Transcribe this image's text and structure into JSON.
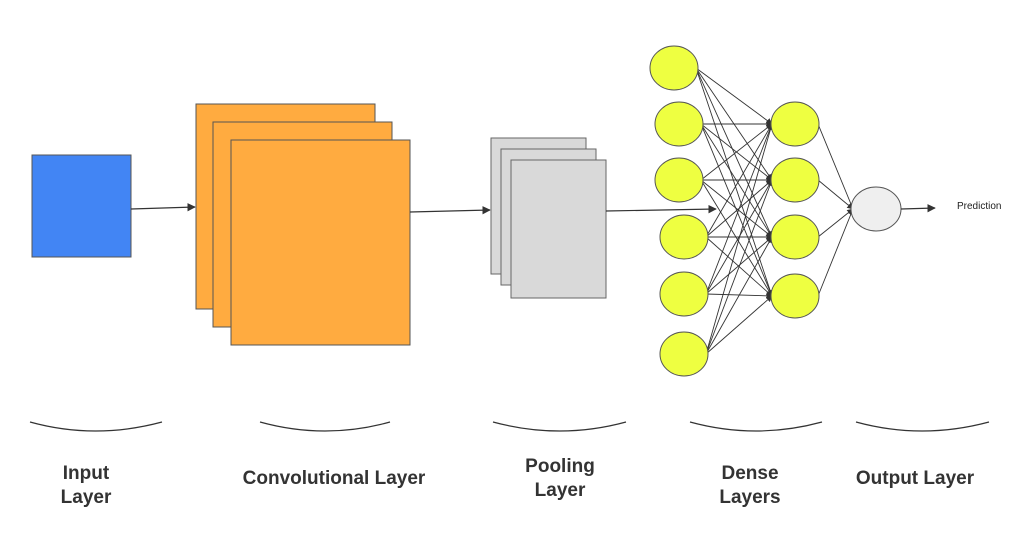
{
  "labels": {
    "input": [
      "Input",
      "Layer"
    ],
    "conv": "Convolutional Layer",
    "pooling": [
      "Pooling",
      "Layer"
    ],
    "dense": [
      "Dense",
      "Layers"
    ],
    "output": "Output Layer"
  },
  "prediction": "Prediction",
  "colors": {
    "input": "#4285f4",
    "conv": "#ffab40",
    "pool": "#d9d9d9",
    "neuron": "#eeff41",
    "output_neuron": "#efefef",
    "stroke": "#333333"
  }
}
